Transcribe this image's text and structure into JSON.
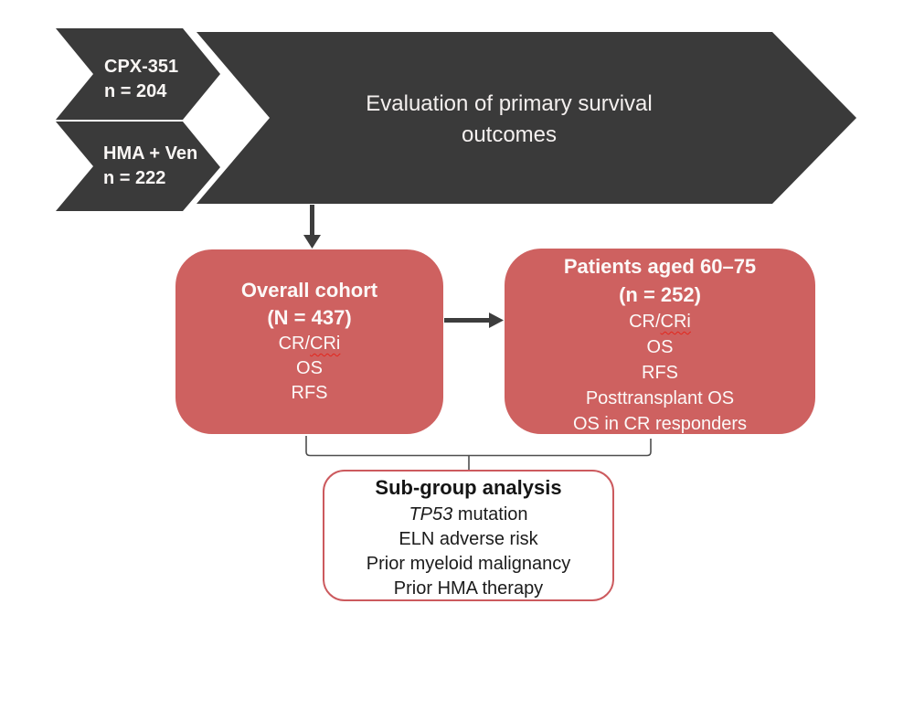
{
  "colors": {
    "dark_shape": "#3a3a3a",
    "red_box": "#ce6160",
    "subgroup_border": "#cc5a5e",
    "spellcheck_squiggle": "#e3261d",
    "light_text": "#faf7f5",
    "dark_text": "#1b1b1b"
  },
  "banner": {
    "chevrons": [
      {
        "line1": "CPX-351",
        "line2": "n = 204"
      },
      {
        "line1": "HMA + Ven",
        "line2": "n = 222"
      }
    ],
    "title_line1": "Evaluation of primary survival",
    "title_line2": "outcomes"
  },
  "overall_box": {
    "title": "Overall cohort",
    "n_label": "(N = 437)",
    "outcomes": [
      {
        "prefix": "CR/",
        "wavy": "CRi"
      },
      {
        "text": "OS"
      },
      {
        "text": "RFS"
      }
    ]
  },
  "aged_box": {
    "title": "Patients aged 60–75",
    "n_label": "(n = 252)",
    "outcomes": [
      {
        "prefix": "CR/",
        "wavy": "CRi"
      },
      {
        "text": "OS"
      },
      {
        "text": "RFS"
      },
      {
        "text": "Posttransplant OS"
      },
      {
        "text": "OS in CR responders"
      }
    ]
  },
  "subgroup_box": {
    "title": "Sub-group analysis",
    "items": [
      {
        "italic": "TP53",
        "text": " mutation"
      },
      {
        "text": "ELN adverse risk"
      },
      {
        "text": "Prior myeloid malignancy"
      },
      {
        "text": "Prior HMA therapy"
      }
    ]
  }
}
